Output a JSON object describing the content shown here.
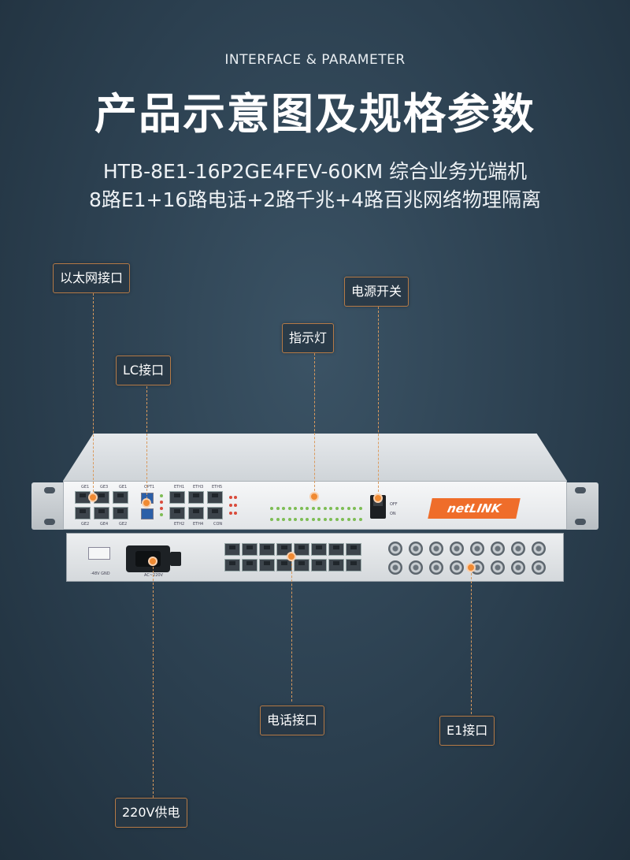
{
  "header": {
    "subtitle_en": "INTERFACE & PARAMETER",
    "title": "产品示意图及规格参数",
    "model": "HTB-8E1-16P2GE4FEV-60KM 综合业务光端机",
    "features": "8路E1+16路电话+2路千兆+4路百兆网络物理隔离"
  },
  "callouts": {
    "ethernet": "以太网接口",
    "power_switch": "电源开关",
    "indicator": "指示灯",
    "lc": "LC接口",
    "phone": "电话接口",
    "e1": "E1接口",
    "power_supply": "220V供电"
  },
  "device": {
    "brand": "netLINK",
    "front_labels": {
      "ge1": "GE1",
      "ge3": "GE3",
      "ge1b": "GE1",
      "opt1": "OPT1",
      "eth1": "ETH1",
      "eth3": "ETH3",
      "eth5": "ETH5",
      "ge2": "GE2",
      "ge4": "GE4",
      "ge2b": "GE2",
      "eth2": "ETH2",
      "eth4": "ETH4",
      "con": "CON",
      "off": "OFF",
      "on": "ON"
    },
    "rear_labels": {
      "dc": "-48V GND",
      "ac": "AC~220V"
    }
  },
  "colors": {
    "accent": "#f08a32",
    "callout_border": "#b57a47",
    "logo_bg": "#ef6d2a"
  }
}
